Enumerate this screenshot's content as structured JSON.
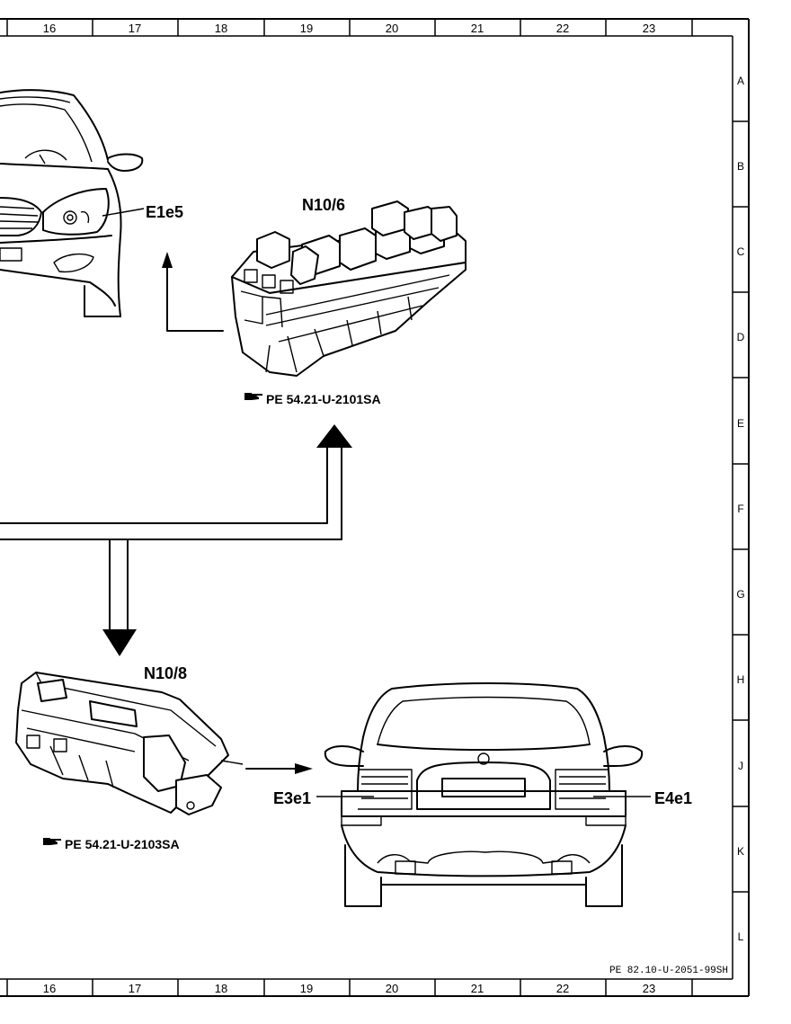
{
  "grid": {
    "columns": [
      "16",
      "17",
      "18",
      "19",
      "20",
      "21",
      "22",
      "23"
    ],
    "rows": [
      "A",
      "B",
      "C",
      "D",
      "E",
      "F",
      "G",
      "H",
      "J",
      "K",
      "L"
    ]
  },
  "components": {
    "front_light": {
      "label": "E1e5"
    },
    "sam_front": {
      "label": "N10/6",
      "reference": "PE 54.21-U-2101SA"
    },
    "sam_rear": {
      "label": "N10/8",
      "reference": "PE 54.21-U-2103SA"
    },
    "rear_light_left": {
      "label": "E3e1"
    },
    "rear_light_right": {
      "label": "E4e1"
    }
  },
  "document_id": "PE 82.10-U-2051-99SH",
  "icons": {
    "reference": "pointing-hand-icon"
  },
  "colors": {
    "ink": "#000000",
    "paper": "#ffffff"
  }
}
